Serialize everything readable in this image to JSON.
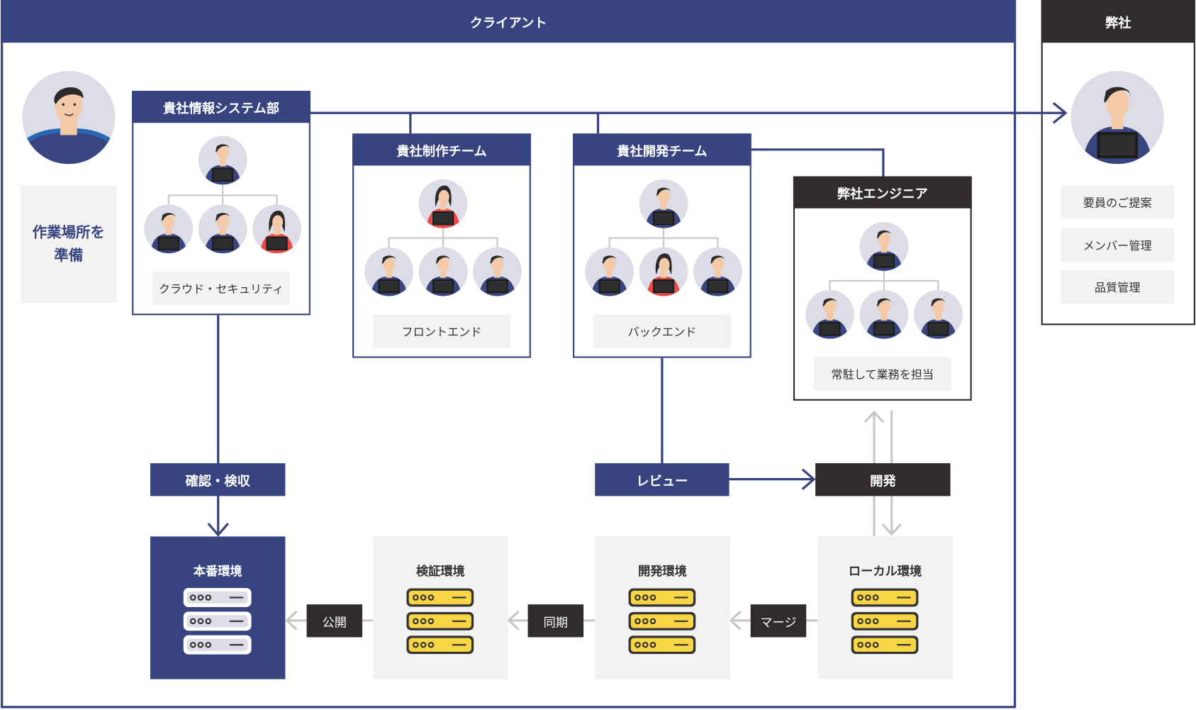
{
  "client": {
    "title": "クライアント"
  },
  "company": {
    "title": "弊社",
    "items": [
      "要員のご提案",
      "メンバー管理",
      "品質管理"
    ]
  },
  "left_label": {
    "line1": "作業場所を",
    "line2": "準備"
  },
  "teams": {
    "infosys": {
      "title": "貴社情報システム部",
      "role": "クラウド・セキュリティ"
    },
    "production": {
      "title": "貴社制作チーム",
      "role": "フロントエンド"
    },
    "development": {
      "title": "貴社開発チーム",
      "role": "バックエンド"
    },
    "engineer": {
      "title": "弊社エンジニア",
      "role": "常駐して業務を担当"
    }
  },
  "actions": {
    "confirm": "確認・検収",
    "review": "レビュー",
    "develop": "開発",
    "publish": "公開",
    "sync": "同期",
    "merge": "マージ"
  },
  "environments": {
    "production": "本番環境",
    "staging": "検証環境",
    "development": "開発環境",
    "local": "ローカル環境"
  },
  "colors": {
    "navy": "#384480",
    "dark": "#302c2c",
    "light_gray": "#f2f2f2",
    "server_yellow": "#f7d545",
    "arrow_gray": "#c8c8c8"
  }
}
